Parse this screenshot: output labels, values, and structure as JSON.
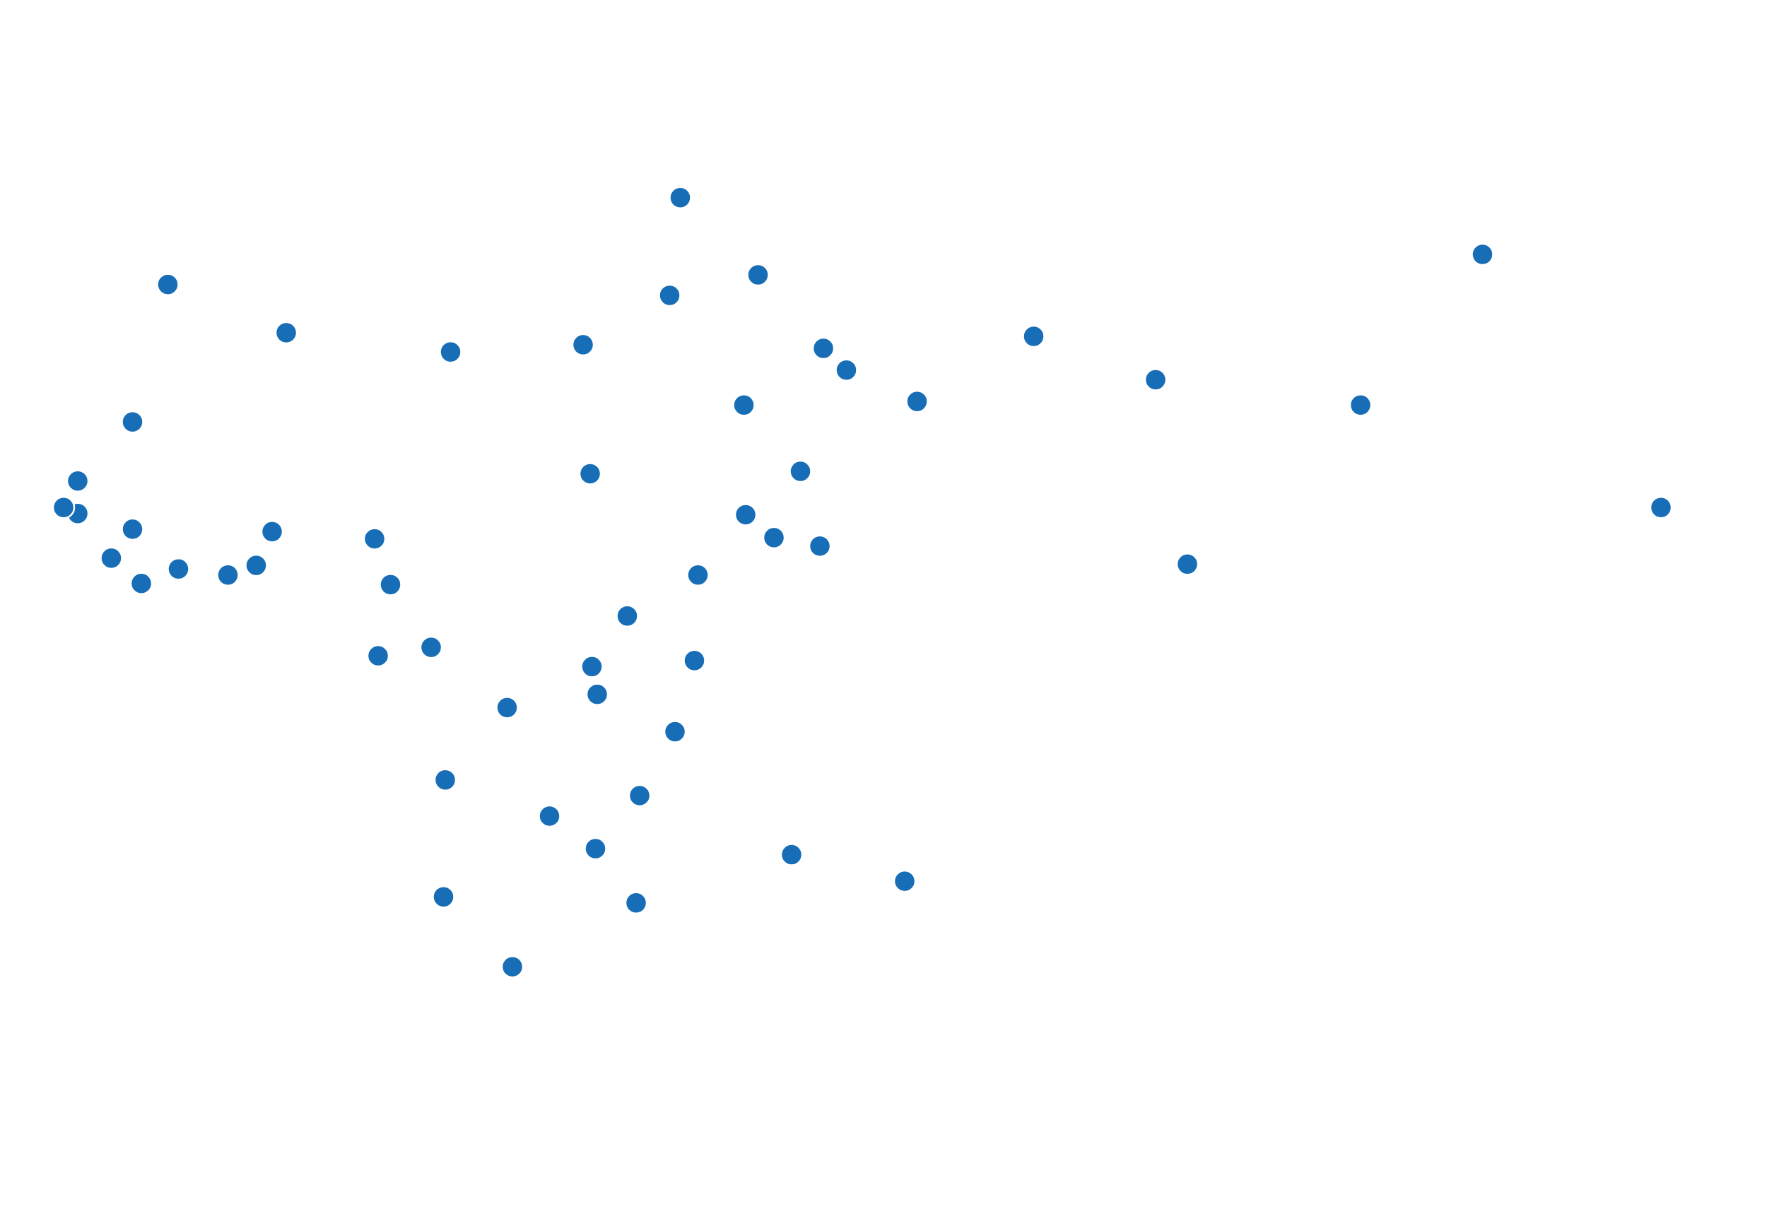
{
  "chart_data": {
    "type": "scatter",
    "title": "",
    "xlabel": "",
    "ylabel": "",
    "xlim": [
      0,
      100
    ],
    "ylim": [
      0,
      100
    ],
    "grid": false,
    "axes_visible": false,
    "marker_color": "#176db6",
    "marker_edge_color": "#ffffff",
    "points": [
      [
        38.5,
        83.6
      ],
      [
        9.5,
        76.4
      ],
      [
        42.9,
        77.2
      ],
      [
        37.9,
        75.5
      ],
      [
        83.9,
        78.9
      ],
      [
        16.2,
        72.4
      ],
      [
        25.5,
        70.8
      ],
      [
        33.0,
        71.4
      ],
      [
        46.6,
        71.1
      ],
      [
        47.9,
        69.3
      ],
      [
        58.5,
        72.1
      ],
      [
        65.4,
        68.5
      ],
      [
        51.9,
        66.7
      ],
      [
        42.1,
        66.4
      ],
      [
        77.0,
        66.4
      ],
      [
        7.5,
        65.0
      ],
      [
        4.4,
        60.1
      ],
      [
        33.4,
        60.7
      ],
      [
        45.3,
        60.9
      ],
      [
        4.4,
        57.4
      ],
      [
        3.6,
        57.9
      ],
      [
        94.0,
        57.9
      ],
      [
        7.5,
        56.1
      ],
      [
        15.4,
        55.9
      ],
      [
        21.2,
        55.3
      ],
      [
        42.2,
        57.3
      ],
      [
        43.8,
        55.4
      ],
      [
        46.4,
        54.7
      ],
      [
        6.3,
        53.7
      ],
      [
        10.1,
        52.8
      ],
      [
        12.9,
        52.3
      ],
      [
        14.5,
        53.1
      ],
      [
        8.0,
        51.6
      ],
      [
        22.1,
        51.5
      ],
      [
        39.5,
        52.3
      ],
      [
        67.2,
        53.2
      ],
      [
        35.5,
        48.9
      ],
      [
        21.4,
        45.6
      ],
      [
        24.4,
        46.3
      ],
      [
        39.3,
        45.2
      ],
      [
        33.5,
        44.7
      ],
      [
        33.8,
        42.4
      ],
      [
        28.7,
        41.3
      ],
      [
        38.2,
        39.3
      ],
      [
        25.2,
        35.3
      ],
      [
        36.2,
        34.0
      ],
      [
        31.1,
        32.3
      ],
      [
        33.7,
        29.6
      ],
      [
        44.8,
        29.1
      ],
      [
        51.2,
        26.9
      ],
      [
        25.1,
        25.6
      ],
      [
        36.0,
        25.1
      ],
      [
        29.0,
        19.8
      ]
    ]
  }
}
